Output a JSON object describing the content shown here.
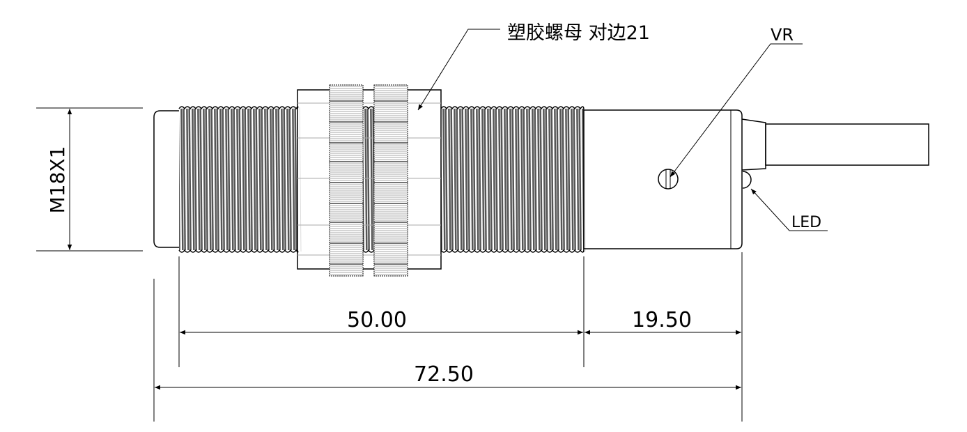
{
  "labels": {
    "nut_note": "塑胶螺母 对边21",
    "vr": "VR",
    "led": "LED",
    "thread_spec": "M18X1"
  },
  "dimensions": {
    "thread_length": "50.00",
    "rear_length": "19.50",
    "total_length": "72.50"
  }
}
